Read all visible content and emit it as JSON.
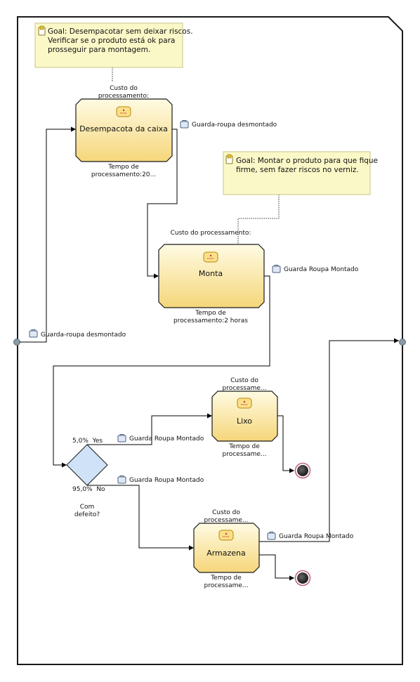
{
  "notes": {
    "note1": [
      "Goal: Desempacotar sem deixar riscos.",
      "Verificar se o produto está ok para",
      "prosseguir para montagem."
    ],
    "note2": [
      "Goal: Montar o produto para que fique",
      "firme, sem fazer riscos no verniz."
    ]
  },
  "tasks": {
    "t1": {
      "name": "Desempacota da caixa",
      "cost": [
        "Custo do",
        "processamento:"
      ],
      "time": [
        "Tempo de",
        "processamento:20..."
      ]
    },
    "t2": {
      "name": "Monta",
      "cost": [
        "Custo do processamento:"
      ],
      "time": [
        "Tempo de",
        "processamento:2 horas"
      ]
    },
    "t3": {
      "name": "Lixo",
      "cost": [
        "Custo do",
        "processame..."
      ],
      "time": [
        "Tempo de",
        "processame..."
      ]
    },
    "t4": {
      "name": "Armazena",
      "cost": [
        "Custo do",
        "processame..."
      ],
      "time": [
        "Tempo de",
        "processame..."
      ]
    }
  },
  "flows": {
    "input": "Guarda-roupa desmontado",
    "f1": "Guarda-roupa desmontado",
    "f2": "Guarda Roupa Montado",
    "yes": "Guarda Roupa Montado",
    "no": "Guarda Roupa Montado",
    "f4": "Guarda Roupa Montado"
  },
  "decision": {
    "label": [
      "Com",
      "defeito?"
    ],
    "yes_label": "5,0%  Yes",
    "no_label": "95,0%  No"
  },
  "colors": {
    "task_fill_top": "#fffbe3",
    "task_fill_bottom": "#f5d67a",
    "note_fill": "#fbf8c8",
    "decision_fill": "#cfe2f7",
    "end_event": "#c06080"
  }
}
